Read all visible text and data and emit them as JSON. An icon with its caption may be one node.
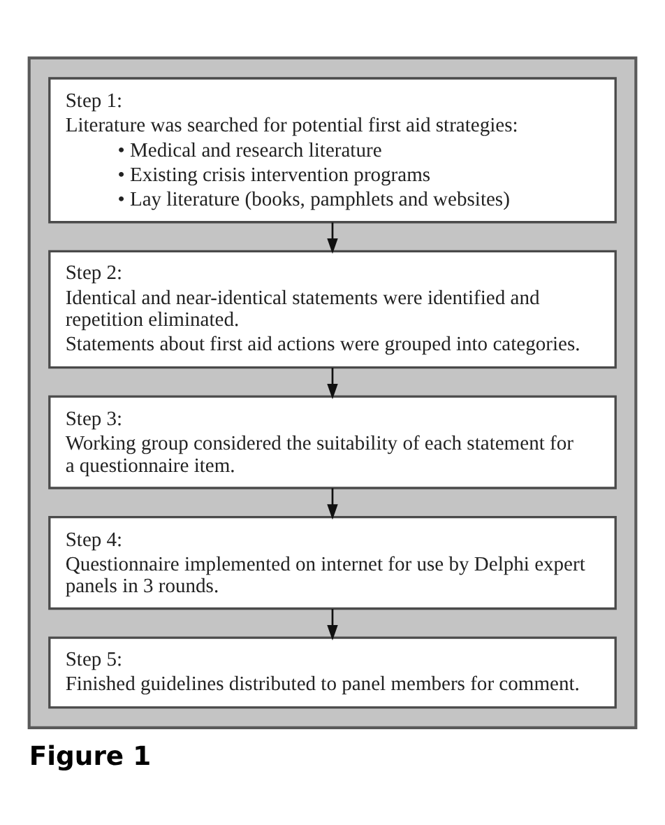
{
  "diagram": {
    "caption": "Figure 1",
    "nodes": [
      {
        "text": [],
        "shape": "box"
      },
      {
        "text": [
          "Step 1:",
          "Literature was searched for potential first aid strategies:",
          "• Medical and research literature",
          "• Existing crisis intervention programs",
          "• Lay literature (books, pamphlets and websites)"
        ],
        "in": 0
      },
      {
        "text": [
          "Step 2:",
          "Identical and near-identical statements were identified and repetition eliminated.",
          "Statements about first aid actions were grouped into categories."
        ],
        "in": 0
      },
      {
        "text": [
          "Step 3:",
          "Working group considered the suitability of each statement for a questionnaire item."
        ],
        "in": 0
      },
      {
        "text": [
          "Step 4:",
          "Questionnaire implemented on internet for use by Delphi expert panels in 3 rounds."
        ],
        "in": 0
      },
      {
        "text": [
          "Step 5:",
          "Finished guidelines distributed to panel members for comment."
        ],
        "in": 0
      }
    ],
    "edges": [
      {
        "from": 1,
        "to": 2,
        "arrow": "to"
      },
      {
        "from": 2,
        "to": 3,
        "arrow": "to"
      },
      {
        "from": 3,
        "to": 4,
        "arrow": "to"
      },
      {
        "from": 4,
        "to": 5,
        "arrow": "to"
      }
    ]
  }
}
